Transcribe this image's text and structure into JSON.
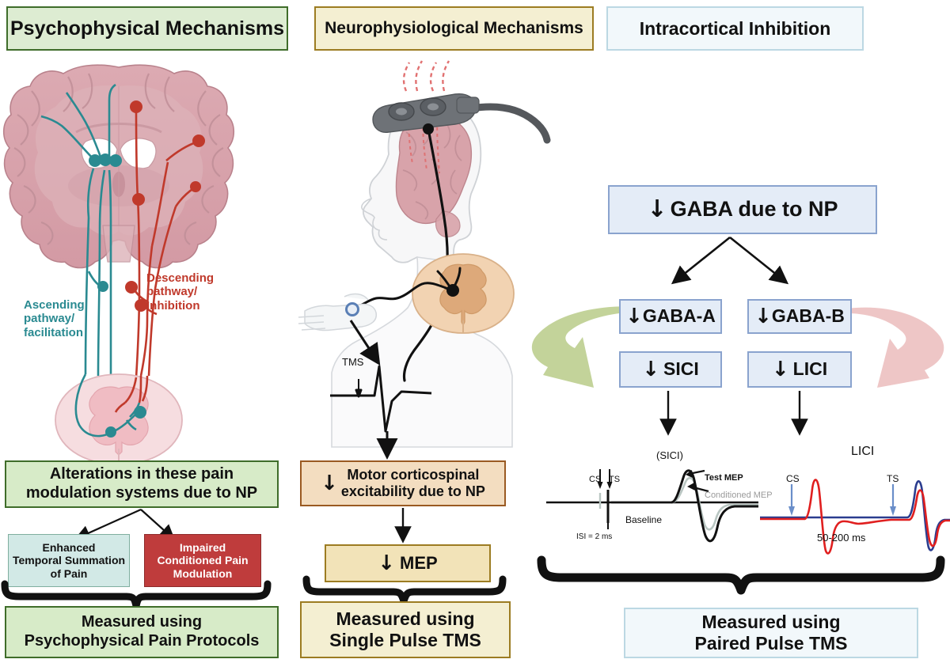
{
  "columns": {
    "left": {
      "header": "Psychophysical Mechanisms",
      "illustration": {
        "name": "coronal-brain-and-spinal-cord",
        "ascending_label": "Ascending\npathway/\nfacilitation",
        "descending_label": "Descending\npathway/\nInhibition",
        "ascending_color": "#2a8a91",
        "descending_color": "#c0392b"
      },
      "alteration_box": "Alterations in these pain\nmodulation systems due to NP",
      "outcomes": [
        {
          "label": "Enhanced\nTemporal Summation\nof Pain",
          "style": "teal"
        },
        {
          "label": "Impaired\nConditioned Pain\nModulation",
          "style": "red"
        }
      ],
      "measured_box": "Measured using\nPsychophysical Pain Protocols"
    },
    "middle": {
      "header": "Neurophysiological Mechanisms",
      "illustration": {
        "name": "tms-head-coil-spinal-cord-hand",
        "waveform_label": "TMS"
      },
      "excitability_box": {
        "arrow": "↓",
        "label": "Motor corticospinal\nexcitability due to NP"
      },
      "mep_box": {
        "arrow": "↓",
        "label": "MEP"
      },
      "measured_box": "Measured using\nSingle Pulse TMS"
    },
    "right": {
      "header": "Intracortical Inhibition",
      "gaba_box": {
        "arrow": "↓",
        "label": "GABA due to NP"
      },
      "receptor_boxes": [
        {
          "arrow": "↓",
          "label": "GABA-A"
        },
        {
          "arrow": "↓",
          "label": "GABA-B"
        }
      ],
      "measure_boxes": [
        {
          "arrow": "↓",
          "label": "SICI"
        },
        {
          "arrow": "↓",
          "label": "LICI"
        }
      ],
      "curved_arrows": [
        {
          "name": "green-curved-arrow",
          "color": "#c3d39a"
        },
        {
          "name": "pink-curved-arrow",
          "color": "#eec6c6"
        }
      ],
      "sici_plot": {
        "title": "(SICI)",
        "cs_label": "CS",
        "ts_label": "TS",
        "isi_label": "ISI = 2 ms",
        "baseline_label": "Baseline",
        "test_mep_label": "Test MEP",
        "conditioned_mep_label": "Conditioned  MEP"
      },
      "lici_plot": {
        "title": "LICI",
        "cs_label": "CS",
        "ts_label": "TS",
        "interval_label": "50-200 ms",
        "cs_trace_color": "#e01f1f",
        "ts_trace_color": "#2b3d8f"
      },
      "measured_box": "Measured using\nPaired Pulse TMS"
    }
  },
  "colors": {
    "green_banner_bg": "#ddecd2",
    "green_banner_border": "#3f6d2a",
    "gold_banner_bg": "#f4efd2",
    "gold_banner_border": "#9c7c22",
    "blue_banner_bg": "#f2f8fb",
    "blue_banner_border": "#bcd8e3",
    "teal_box": "#d2e9e6",
    "red_box": "#bf3c3c",
    "tan_box": "#f3ddc0",
    "blue_box": "#e4ecf7",
    "brain_pink": "#d9a7ae"
  }
}
